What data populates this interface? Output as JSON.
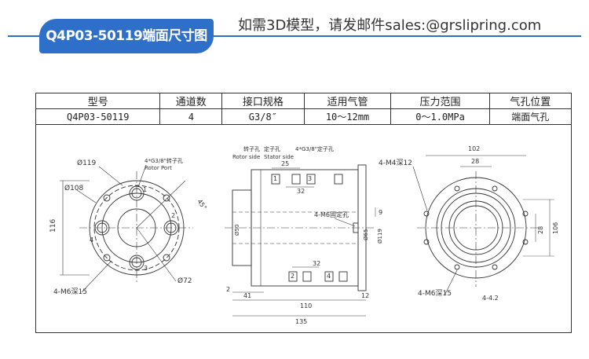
{
  "header": {
    "badge": "Q4P03-50119端面尺寸图",
    "contact": "如需3D模型，请发邮件sales:@grslipring.com"
  },
  "spec_table": {
    "headers": [
      "型号",
      "通道数",
      "接口规格",
      "适用气管",
      "压力范围",
      "气孔位置"
    ],
    "row": [
      "Q4P03-50119",
      "4",
      "G3/8″",
      "10～12mm",
      "0～1.0MPa",
      "端面气孔"
    ]
  },
  "drawing": {
    "left_view": {
      "dia_outer": "Ø119",
      "dia_bolt": "Ø108",
      "dia_72": "Ø72",
      "height": "116",
      "port_note": "4*G3/8\"转子孔",
      "port_note_en": "Rotor Port",
      "screw_note": "4-M6深15",
      "port_nums": [
        "1",
        "2",
        "3",
        "4"
      ],
      "angle": "45°"
    },
    "mid_view": {
      "rotor_label": "转子孔",
      "stator_label": "定子孔",
      "rotor_label_en": "Rotor side",
      "stator_label_en": "Stator side",
      "port_note": "4*G3/8\"定子孔",
      "dim_25": "25",
      "dim_32_top": "32",
      "dim_32_bot": "32",
      "dim_9": "9",
      "dim_2": "2",
      "dim_41": "41",
      "dim_110": "110",
      "dim_12": "12",
      "dim_135": "135",
      "dia_left": "Ø50",
      "dia_right": "Ø65",
      "dia_119": "Ø119",
      "screw_note": "4-M6固定孔",
      "port_nums_top": [
        "1",
        "3"
      ],
      "port_nums_bot": [
        "2",
        "4"
      ]
    },
    "right_view": {
      "dim_102": "102",
      "dim_28_top": "28",
      "dim_28_side": "28",
      "dim_106": "106",
      "screw_note_top": "4-M4深12",
      "screw_note_bot": "4-M6深15",
      "dim_4_2": "4-4.2"
    }
  }
}
